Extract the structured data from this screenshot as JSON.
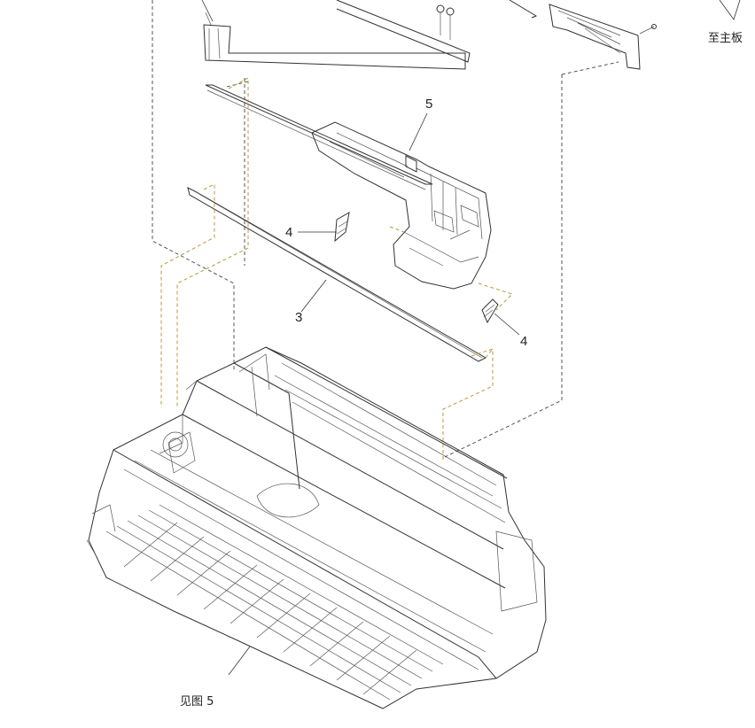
{
  "labels": {
    "callout_5": "5",
    "callout_4a": "4",
    "callout_3": "3",
    "callout_4b": "4",
    "to_mainboard": "至主板",
    "see_fig5": "见图 5"
  }
}
